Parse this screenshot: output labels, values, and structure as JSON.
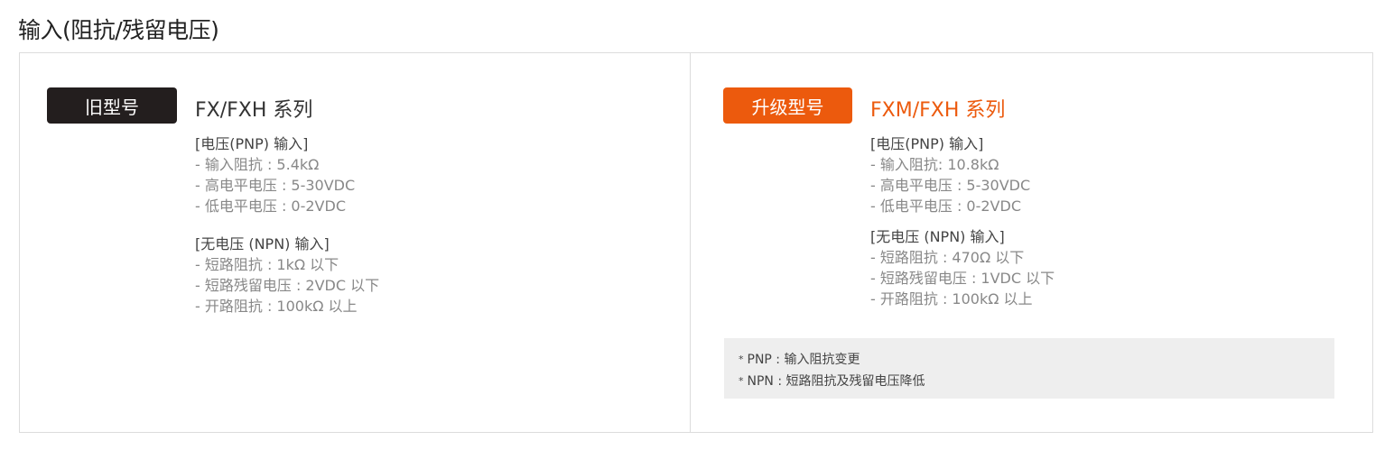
{
  "page_title": "输入(阻抗/残留电压)",
  "old_model": {
    "badge": "旧型号",
    "series": "FX/FXH 系列",
    "pnp": {
      "heading": "[电压(PNP) 输入]",
      "lines": [
        "- 输入阻抗 : 5.4kΩ",
        "- 高电平电压 : 5-30VDC",
        "- 低电平电压 : 0-2VDC"
      ]
    },
    "npn": {
      "heading": "[无电压 (NPN) 输入]",
      "lines": [
        "- 短路阻抗 : 1kΩ 以下",
        "- 短路残留电压 : 2VDC 以下",
        "- 开路阻抗 : 100kΩ 以上"
      ]
    }
  },
  "new_model": {
    "badge": "升级型号",
    "series": "FXM/FXH 系列",
    "pnp": {
      "heading": "[电压(PNP) 输入]",
      "lines": [
        "- 输入阻抗: 10.8kΩ",
        "- 高电平电压 : 5-30VDC",
        "- 低电平电压 : 0-2VDC"
      ]
    },
    "npn": {
      "heading": "[无电压 (NPN) 输入]",
      "lines": [
        "- 短路阻抗 : 470Ω 以下",
        "- 短路残留电压 : 1VDC 以下",
        "- 开路阻抗 : 100kΩ 以上"
      ]
    },
    "notes": [
      "PNP : 输入阻抗变更",
      "NPN : 短路阻抗及残留电压降低"
    ],
    "note_marker": "*"
  },
  "colors": {
    "accent": "#ec5a0d",
    "old_badge": "#231e1e",
    "note_bg": "#eeeeee",
    "border": "#dcdcdc"
  }
}
